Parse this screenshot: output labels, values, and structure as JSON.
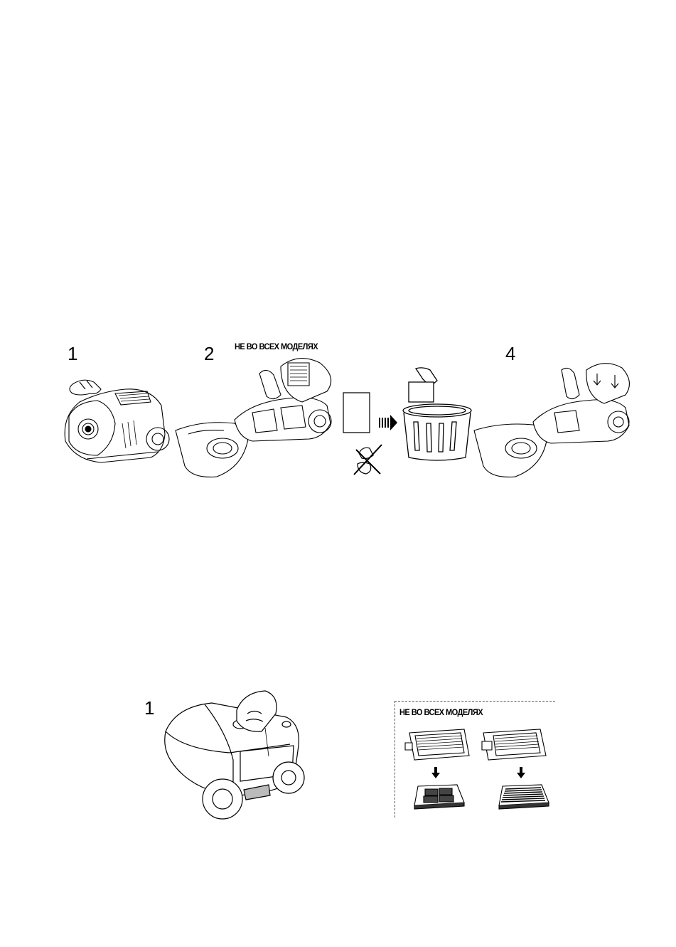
{
  "section_top": {
    "step_labels": [
      "1",
      "2",
      "4"
    ],
    "note": "НЕ ВО ВСЕХ МОДЕЛЯХ"
  },
  "section_bottom": {
    "step_label": "1",
    "note": "НЕ ВО ВСЕХ МОДЕЛЯХ"
  }
}
